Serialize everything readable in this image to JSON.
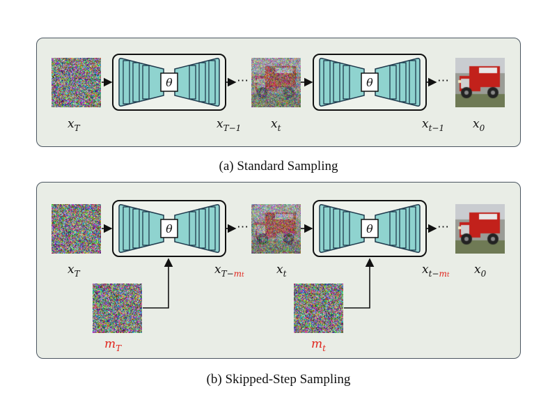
{
  "captions": {
    "a": "(a) Standard Sampling",
    "b": "(b) Skipped-Step Sampling"
  },
  "theta": "θ",
  "ellipsis": "⋯",
  "panel_a": {
    "labels": [
      {
        "base": "x",
        "sub": "T",
        "sub_red": ""
      },
      {
        "base": "x",
        "sub": "T−1",
        "sub_red": ""
      },
      {
        "base": "x",
        "sub": "t",
        "sub_red": ""
      },
      {
        "base": "x",
        "sub": "t−1",
        "sub_red": ""
      },
      {
        "base": "x",
        "sub": "0",
        "sub_red": ""
      }
    ]
  },
  "panel_b": {
    "labels": [
      {
        "base": "x",
        "sub": "T",
        "sub_red": ""
      },
      {
        "base": "x",
        "sub": "T−",
        "sub_red": "m"
      },
      {
        "base": "x",
        "sub": "t",
        "sub_red": ""
      },
      {
        "base": "x",
        "sub": "t−",
        "sub_red": "m"
      },
      {
        "base": "x",
        "sub": "0",
        "sub_red": ""
      }
    ],
    "sub_red_suffix": "t",
    "noise_labels": [
      {
        "base": "m",
        "sub": "T"
      },
      {
        "base": "m",
        "sub": "t"
      }
    ]
  },
  "colors": {
    "panel_bg": "#e9ede6",
    "unet_fill": "#8fd3cf",
    "unet_stroke": "#1f3a4d",
    "red": "#e0241c",
    "truck_red": "#c2211b"
  }
}
